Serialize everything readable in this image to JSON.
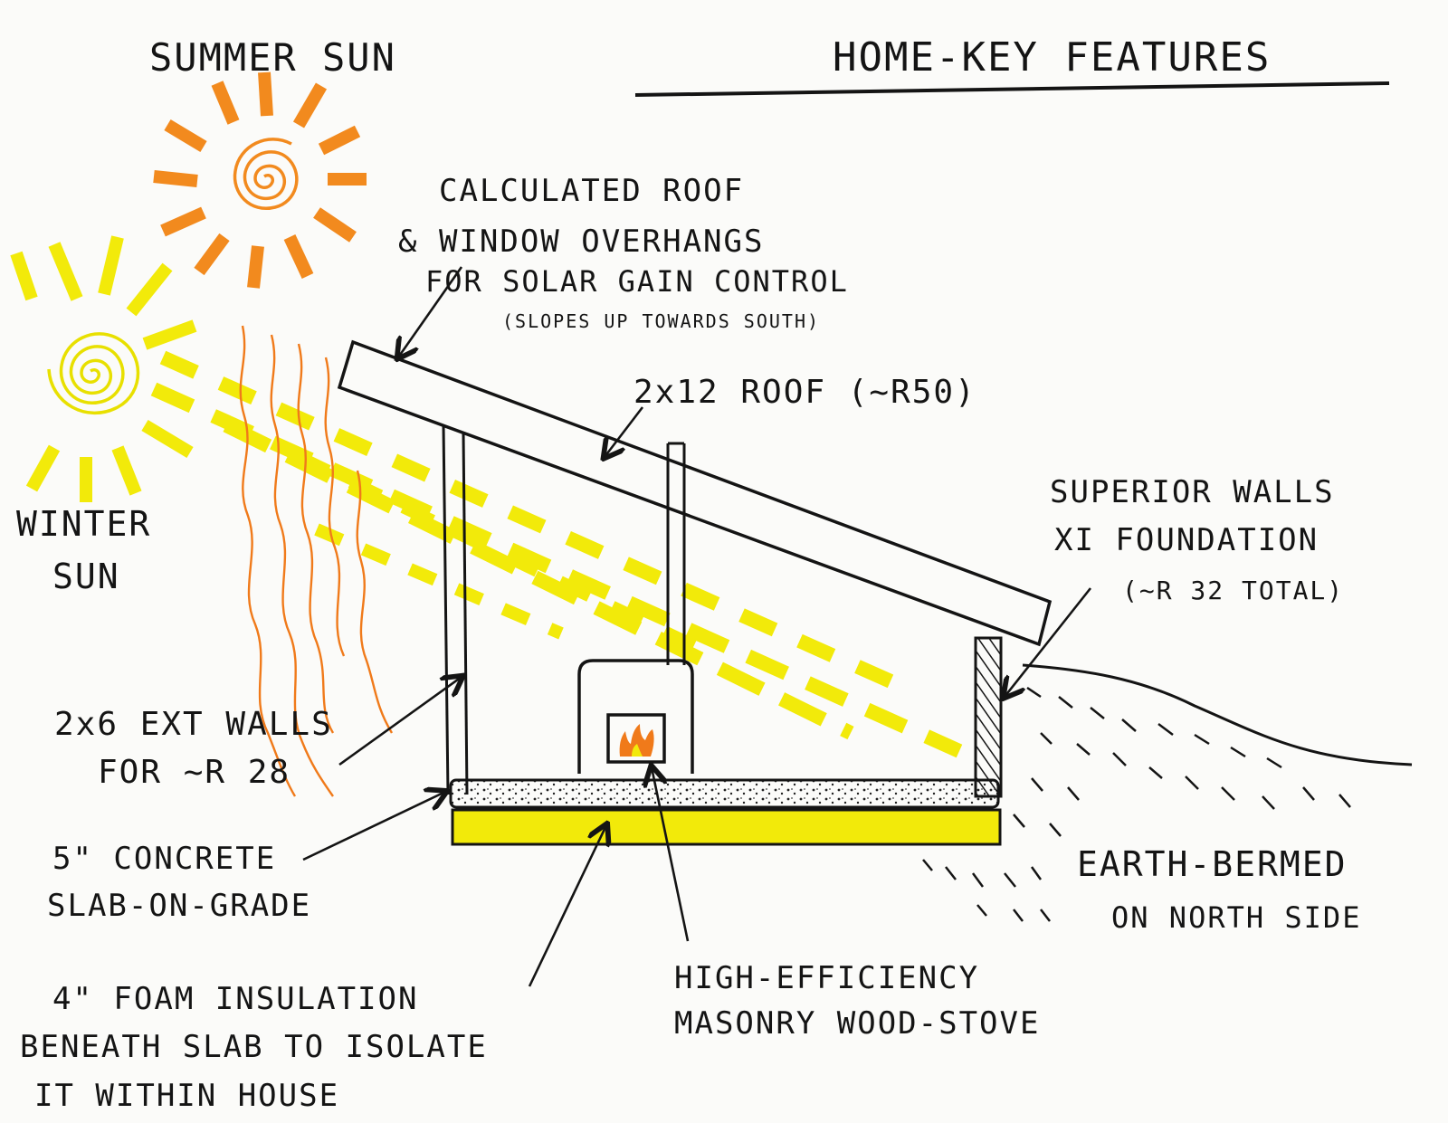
{
  "title": "HOME-KEY FEATURES",
  "labels": {
    "summer_sun": "SUMMER SUN",
    "winter_sun_1": "WINTER",
    "winter_sun_2": "SUN",
    "overhang_1": "CALCULATED ROOF",
    "overhang_2": "& WINDOW OVERHANGS",
    "overhang_3": "FOR SOLAR GAIN CONTROL",
    "overhang_4": "(SLOPES UP TOWARDS SOUTH)",
    "roof": "2x12 ROOF (~R50)",
    "north_wall_1": "SUPERIOR WALLS",
    "north_wall_2": "XI FOUNDATION",
    "north_wall_3": "(~R 32 TOTAL)",
    "walls_1": "2x6 EXT WALLS",
    "walls_2": "FOR ~R 28",
    "slab_1": "5\" CONCRETE",
    "slab_2": "SLAB-ON-GRADE",
    "foam_1": "4\" FOAM INSULATION",
    "foam_2": "BENEATH SLAB TO ISOLATE",
    "foam_3": "IT WITHIN HOUSE",
    "stove_1": "HIGH-EFFICIENCY",
    "stove_2": "MASONRY WOOD-STOVE",
    "berm_1": "EARTH-BERMED",
    "berm_2": "ON NORTH SIDE"
  },
  "colors": {
    "ink": "#141414",
    "summer_sun": "#f28a1e",
    "winter_sun": "#f2ea0a",
    "foam": "#f2ea0a",
    "fire": "#f07a1a"
  },
  "icons": [
    "summer-sun-icon",
    "winter-sun-icon",
    "wood-stove-icon"
  ]
}
